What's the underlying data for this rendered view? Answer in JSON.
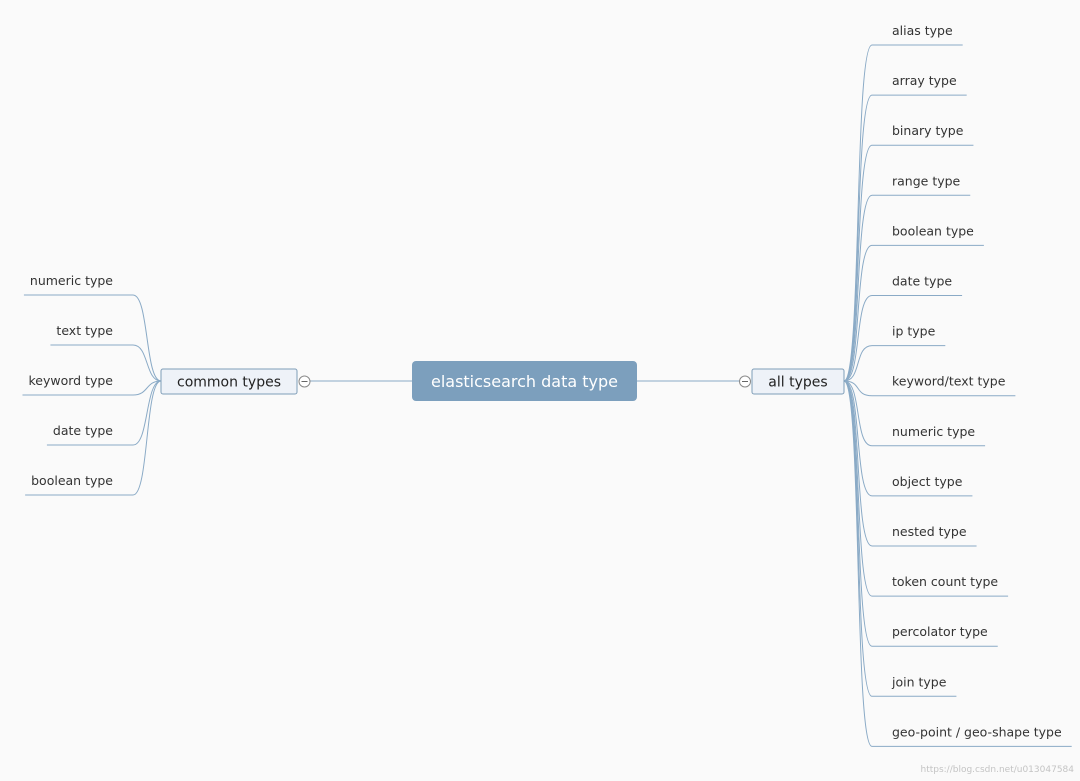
{
  "central_topic": {
    "label": "elasticsearch data type"
  },
  "left_branch": {
    "label": "common types",
    "leaves": [
      {
        "label": "numeric type"
      },
      {
        "label": "text type"
      },
      {
        "label": "keyword type"
      },
      {
        "label": "date type"
      },
      {
        "label": "boolean type"
      }
    ]
  },
  "right_branch": {
    "label": "all types",
    "leaves": [
      {
        "label": "alias type"
      },
      {
        "label": "array type"
      },
      {
        "label": "binary type"
      },
      {
        "label": "range type"
      },
      {
        "label": "boolean type"
      },
      {
        "label": "date type"
      },
      {
        "label": "ip type"
      },
      {
        "label": "keyword/text type"
      },
      {
        "label": "numeric type"
      },
      {
        "label": "object type"
      },
      {
        "label": "nested type"
      },
      {
        "label": "token count type"
      },
      {
        "label": "percolator type"
      },
      {
        "label": "join type"
      },
      {
        "label": "geo-point / geo-shape type"
      }
    ]
  },
  "watermark": "https://blog.csdn.net/u013047584",
  "colors": {
    "root_fill": "#7c9fbd",
    "subtopic_fill": "#eef2f8",
    "subtopic_border": "#7f9db8",
    "line": "#8aaac6",
    "background": "#fafafa"
  }
}
